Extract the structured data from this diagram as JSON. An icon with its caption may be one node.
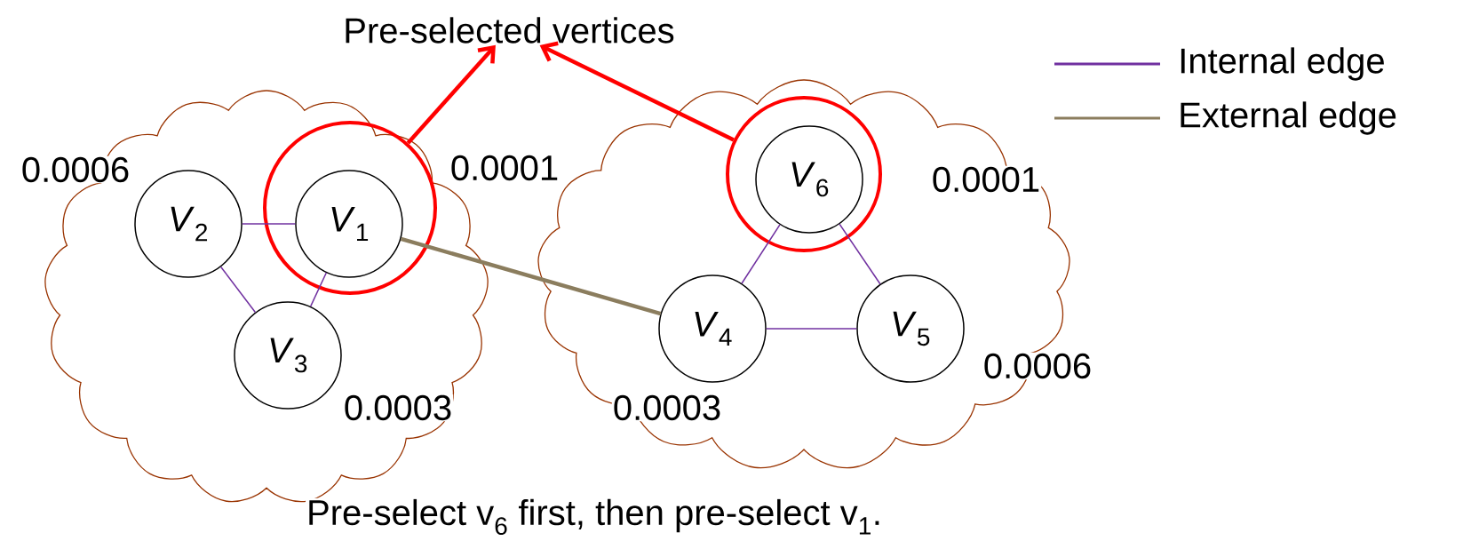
{
  "diagram": {
    "caption": "Pre-select v$_{6}$ first, then pre-select v$_{1}$.",
    "nodes": [
      {
        "text": [
          "Pre-selected vertices"
        ]
      },
      {
        "text": [],
        "shape": "cloud"
      },
      {
        "text": [
          "*V*$_{2}$"
        ],
        "in": 1
      },
      {
        "text": [],
        "shape": "circle",
        "in": 1
      },
      {
        "text": [
          "*V*$_{1}$"
        ],
        "in": 3
      },
      {
        "text": [
          "*V*$_{3}$"
        ],
        "in": 1
      },
      {
        "text": [],
        "shape": "cloud"
      },
      {
        "text": [],
        "shape": "circle",
        "in": 6
      },
      {
        "text": [
          "*V*$_{6}$"
        ],
        "in": 7
      },
      {
        "text": [
          "*V*$_{4}$"
        ],
        "in": 6
      },
      {
        "text": [
          "*V*$_{5}$"
        ],
        "in": 6
      }
    ],
    "edges": [
      {
        "from": 2,
        "to": 4,
        "arrow": "none"
      },
      {
        "from": 2,
        "to": 5,
        "arrow": "none"
      },
      {
        "from": 4,
        "to": 5,
        "arrow": "none"
      },
      {
        "from": 4,
        "to": 9,
        "arrow": "none",
        "style": "thick",
        "color": "#8b7d5e"
      },
      {
        "from": 8,
        "to": 9,
        "arrow": "none"
      },
      {
        "from": 8,
        "to": 10,
        "arrow": "none"
      },
      {
        "from": 9,
        "to": 10,
        "arrow": "none"
      },
      {
        "from": 3,
        "to": 0,
        "arrow": "to",
        "style": "thick",
        "color": "#ff0000"
      },
      {
        "from": 7,
        "to": 0,
        "arrow": "to",
        "style": "thick",
        "color": "#ff0000"
      }
    ],
    "labels": [
      "0.0006",
      "0.0001",
      "0.0003",
      "0.0003",
      "0.0001",
      "0.0006"
    ],
    "legend": [
      {
        "text": "Internal edge"
      },
      {
        "text": "External edge"
      }
    ]
  }
}
